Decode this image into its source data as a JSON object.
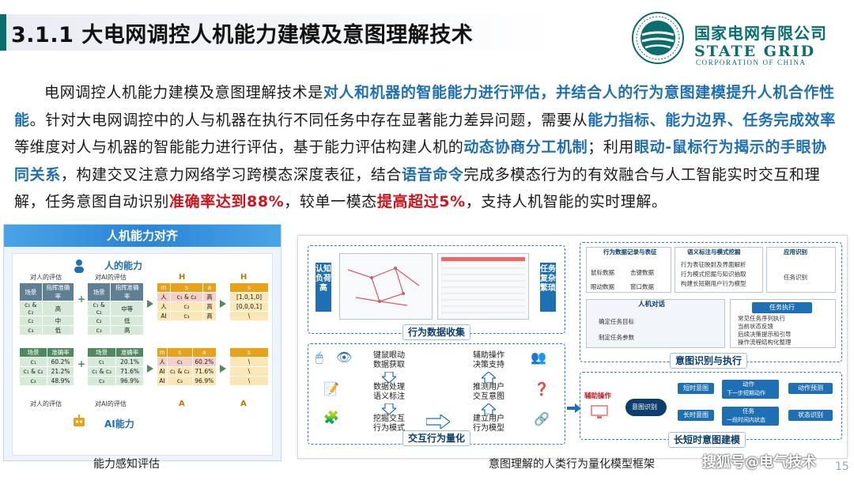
{
  "header": {
    "title": "3.1.1 大电网调控人机能力建模及意图理解技术",
    "logo_cn": "国家电网有限公司",
    "logo_en": "STATE GRID",
    "logo_en_sub": "CORPORATION OF CHINA",
    "brand_color": "#0b6e6e"
  },
  "paragraph": {
    "s1": "电网调控人机能力建模及意图理解技术是",
    "b1": "对人和机器的智能能力进行评估，并结合人的行为意图建模提升人机合作性能",
    "s2": "。针对大电网调控中的人与机器在执行不同任务中存在显著能力差异问题，需要从",
    "b2": "能力指标、能力边界、任务完成效率",
    "s3": "等维度对人与机器的智能能力进行评估，基于能力评估构建人机的",
    "b3": "动态协商分工机制",
    "s4": "；利用",
    "b4": "眼动-鼠标行为揭示的手眼协同关系",
    "s5": "，构建交叉注意力网络学习跨模态深度表征，结合",
    "b5": "语音命令",
    "s6": "完成多模态行为的有效融合与人工智能实时交互和理解，任务意图自动识别",
    "r1": "准确率达到88%",
    "s7": "，较单一模态",
    "r2": "提高超过5%",
    "s8": "，支持人机智能的实时理解。"
  },
  "left_panel": {
    "banner": "人机能力对齐",
    "human_ability": "人的能力",
    "ai_ability": "AI能力",
    "human_eval": "对人的评估",
    "ai_eval": "对AI的评估",
    "caption": "能力感知评估",
    "t1_head": [
      "场景",
      "指挥准确率"
    ],
    "t1_rows": [
      [
        "c₁ & c₂",
        "高"
      ],
      [
        "c₂",
        "中"
      ],
      [
        "c₃",
        "低"
      ]
    ],
    "t2_head": [
      "场景",
      "指挥准确率"
    ],
    "t2_rows": [
      [
        "c₁ & c₂",
        "中等"
      ],
      [
        "c₂",
        "低"
      ],
      [
        "c₃",
        "高"
      ]
    ],
    "t3_head": [
      "m",
      "s",
      "a"
    ],
    "t3_rows": [
      [
        "人",
        "c₁ & c₂",
        "高"
      ],
      [
        "人",
        "c₂",
        "高"
      ],
      [
        "AI",
        "c₃",
        "高"
      ]
    ],
    "t4_head": [
      "s"
    ],
    "t4_rows": [
      [
        "[1,0,1,0]"
      ],
      [
        "[0,0,0,1]"
      ],
      [
        "\\"
      ]
    ],
    "t5_head": [
      "场景",
      "准确率"
    ],
    "t5_rows": [
      [
        "c₁",
        "60.2%"
      ],
      [
        "c₁ & c₂",
        "21.2%"
      ],
      [
        "c₃",
        "48.9%"
      ]
    ],
    "t6_head": [
      "场景",
      "准确率"
    ],
    "t6_rows": [
      [
        "c₁",
        "20.1%"
      ],
      [
        "c₁ & c₂",
        "71.6%"
      ],
      [
        "c₃",
        "96.9%"
      ]
    ],
    "t7_head": [
      "m",
      "s",
      "a"
    ],
    "t7_rows": [
      [
        "人",
        "c₁",
        "60.2%"
      ],
      [
        "AI",
        "c₁ & c₂",
        "71.6%"
      ],
      [
        "AI",
        "c₃",
        "96.9%"
      ]
    ],
    "t8_head": [
      "s"
    ],
    "t8_rows": [
      [
        "\\"
      ],
      [
        "\\"
      ],
      [
        "\\"
      ]
    ],
    "letter_h": "H",
    "letter_a": "A"
  },
  "right_panel": {
    "caption": "意图理解的人类行为量化模型框架",
    "left_side_label": "认知负荷高",
    "right_side_label": "任务复杂繁琐",
    "data_collect": "行为数据收集",
    "quantify": "交互行为量化",
    "intent_exec": "意图识别与执行",
    "long_short": "长短时意图建模",
    "steps_left": [
      "键鼠眼动\n数据获取",
      "数据处理\n语义标注",
      "挖掘交互\n行为模式"
    ],
    "steps_right": [
      "辅助操作\n决策支持",
      "推测用户\n交互意图",
      "建立用户\n行为模型"
    ],
    "data_rep_title": "行为数据记录与表征",
    "data_rep_items": [
      "鼠标数据",
      "击键数据",
      "眼动数据",
      "窗口数据"
    ],
    "semantic_title": "语义标注与模式挖掘",
    "semantic_items": [
      "行为表征映射及界面解析",
      "行为模式挖掘与知识抽取",
      "构建长短期用户行为模型"
    ],
    "app_title": "应用识别",
    "task_ident": "任务识别",
    "human_dialog": "人机对话",
    "dialog_items": [
      "确定任务目标",
      "制定任务参数"
    ],
    "task_exec": "任务执行",
    "exec_items": [
      "常见任务序列执行",
      "当前状态反馈",
      "后续决策提示和引导",
      "操作流程结构化整理"
    ],
    "assist_op": "辅助操作",
    "intent_recog": "意图识别",
    "short_intent": "短时意图",
    "long_intent": "长时意图",
    "action": "动作",
    "action_sub": "下一步短期动作",
    "task": "任务",
    "task_sub": "一段时间内状态",
    "action_pred": "动作预测",
    "state_recog": "状态识别"
  },
  "footer": {
    "watermark": "搜狐号@电气技术",
    "page": "15"
  }
}
